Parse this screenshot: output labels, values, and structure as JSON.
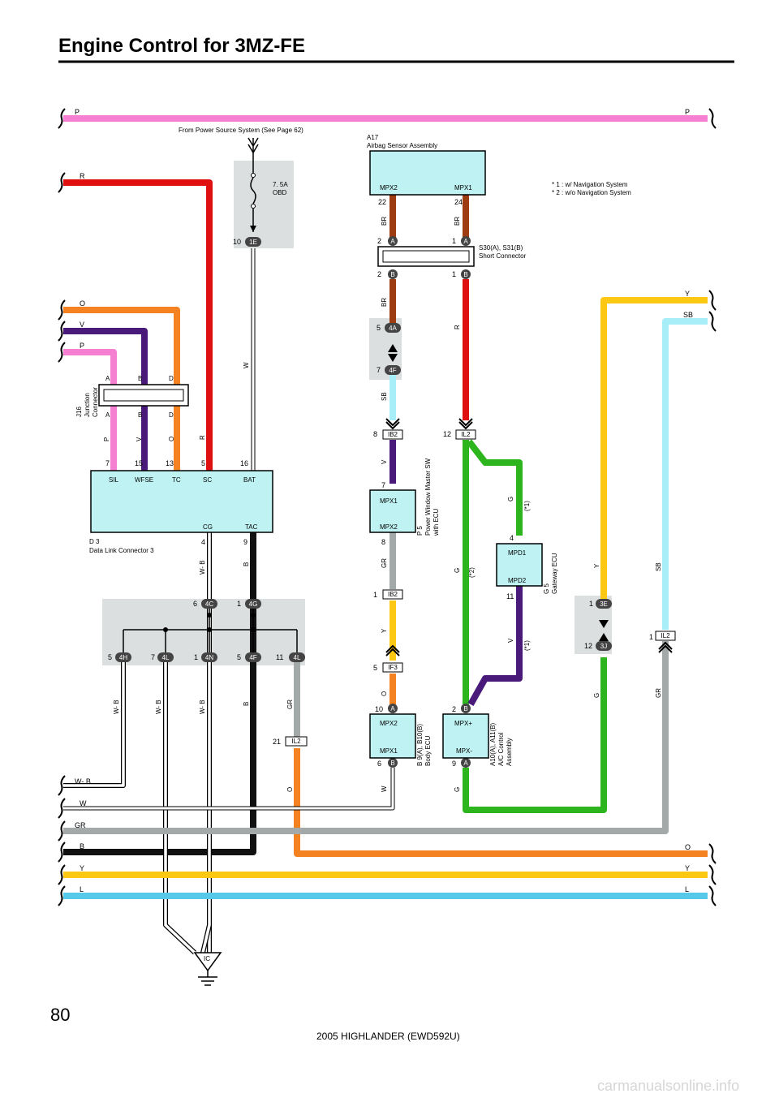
{
  "header": {
    "title": "Engine Control for 3MZ-FE"
  },
  "page": {
    "number": "80",
    "footer": "2005 HIGHLANDER (EWD592U)",
    "watermark": "carmanualsonline.info"
  },
  "colors": {
    "P": "#f57fd0",
    "R": "#e01010",
    "O": "#f58220",
    "V": "#4a1a7a",
    "BR": "#9c3c10",
    "SB": "#a8eef8",
    "G": "#2db51d",
    "GR": "#a3a8a8",
    "Y": "#fcc813",
    "B": "#111111",
    "L": "#56c8ea",
    "W": "#ffffff",
    "shade": "#dcdfe0",
    "ecu": "#bff2f2"
  },
  "labels": {
    "source": "From Power Source System (See Page 62)",
    "fuse": [
      "7. 5A",
      "OBD"
    ],
    "a17": [
      "A17",
      "Airbag Sensor Assembly"
    ],
    "notes": [
      "*  1 : w/ Navigation System",
      "*  2 : w/o Navigation System"
    ],
    "short": [
      "S30(A), S31(B)",
      "Short Connector"
    ],
    "j16": [
      "J16",
      "Junction",
      "Connector"
    ],
    "d3": [
      "D 3",
      "Data Link Connector 3"
    ],
    "p5": [
      "P 5",
      "Power Window Master SW",
      "with ECU"
    ],
    "g5": [
      "G 5",
      "Gateway ECU"
    ],
    "b9": [
      "B 9(A), B10(B)",
      "Body ECU"
    ],
    "a10": [
      "A10(A), A11(B)",
      "A/C Control",
      "Assembly"
    ],
    "ground": "IC"
  },
  "busWires": {
    "P": "P",
    "R": "R",
    "O": "O",
    "V": "V",
    "Y": "Y",
    "SB": "SB",
    "WB": "W- B",
    "W": "W",
    "GR": "GR",
    "B": "B",
    "L": "L"
  },
  "wireLabels": {
    "P": "P",
    "V": "V",
    "O": "O",
    "R": "R",
    "W": "W",
    "WB": "W- B",
    "B": "B",
    "BR": "BR",
    "SB": "SB",
    "GR": "GR",
    "Y": "Y",
    "G": "G"
  },
  "pins": {
    "dlc": [
      "SIL",
      "WFSE",
      "TC",
      "SC",
      "BAT",
      "CG",
      "TAC"
    ],
    "a17": [
      "MPX2",
      "MPX1"
    ],
    "p5": [
      "MPX1",
      "MPX2"
    ],
    "g5": [
      "MPD1",
      "MPD2"
    ],
    "b9": [
      "MPX2",
      "MPX1"
    ],
    "a10": [
      "MPX+",
      "MPX-"
    ],
    "j16": [
      "A",
      "B",
      "D"
    ]
  },
  "connectors": {
    "e1": "1E",
    "c4": "4C",
    "g4": "4G",
    "h4": "4H",
    "l4": "4L",
    "n4": "4N",
    "f4": "4F",
    "a4": "4A",
    "ib2": "IB2",
    "il2": "IL2",
    "if3": "IF3",
    "e3": "3E",
    "j3": "3J",
    "A": "A",
    "B": "B"
  },
  "notes": {
    "n1": "(*1)",
    "n2": "(*2)"
  }
}
